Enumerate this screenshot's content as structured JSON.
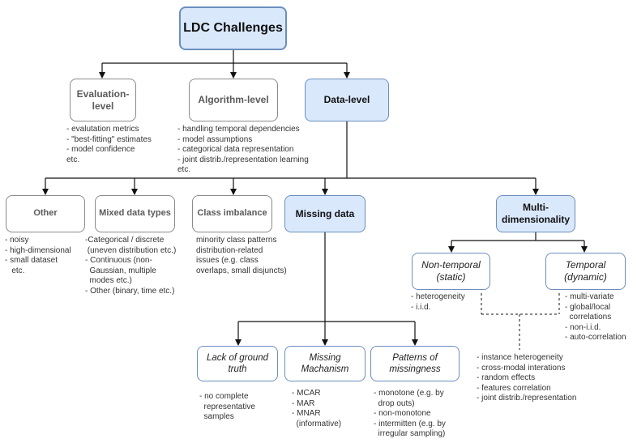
{
  "root": {
    "label": "LDC Challenges"
  },
  "levels": {
    "evaluation": {
      "label": "Evaluation-level",
      "notes": "- evalutation metrics\n- \"best-fitting\" estimates\n- model confidence\netc."
    },
    "algorithm": {
      "label": "Algorithm-level",
      "notes": "- handling temporal dependencies\n- model assumptions\n- categorical data representation\n- joint distrib./representation learning\netc."
    },
    "data": {
      "label": "Data-level"
    }
  },
  "data_children": {
    "other": {
      "label": "Other",
      "notes": "- noisy\n- high-dimensional\n- small dataset\n   etc."
    },
    "mixed": {
      "label": "Mixed data types",
      "notes": "-Categorical / discrete\n (uneven distribution etc.)\n- Continuous (non-\n  Gaussian, multiple\n  modes etc.)\n- Other (binary, time etc.)"
    },
    "imbalance": {
      "label": "Class imbalance",
      "notes": "minority class patterns\ndistribution-related\nissues (e.g. class\noverlaps, small disjuncts)"
    },
    "missing": {
      "label": "Missing data"
    },
    "multidim": {
      "label": "Multi-\ndimensionality"
    }
  },
  "multidim_children": {
    "nontemporal": {
      "label": "Non-temporal\n(static)",
      "notes": "- heterogeneity\n- i.i.d."
    },
    "temporal": {
      "label": "Temporal\n(dynamic)",
      "notes": "- multi-variate\n- global/local\n  correlations\n- non-i.i.d.\n- auto-correlation"
    },
    "shared_notes": "- instance heterogeneity\n- cross-modal interations\n- random effects\n- features correlation\n- joint distrib./representation"
  },
  "missing_children": {
    "ground_truth": {
      "label": "Lack of ground\ntruth",
      "notes": "- no complete\n  representative\n  samples"
    },
    "mechanism": {
      "label": "Missing\nMachanism",
      "notes": "- MCAR\n- MAR\n- MNAR\n  (informative)"
    },
    "patterns": {
      "label": "Patterns of\nmissingness",
      "notes": "- monotone (e.g. by\n  drop outs)\n- non-monotone\n- intermitten (e.g. by\n  irregular sampling)"
    }
  },
  "colors": {
    "highlight_fill": "#dae8fc",
    "highlight_border": "#6c8ebf",
    "neutral_border": "#8a8a8a"
  }
}
